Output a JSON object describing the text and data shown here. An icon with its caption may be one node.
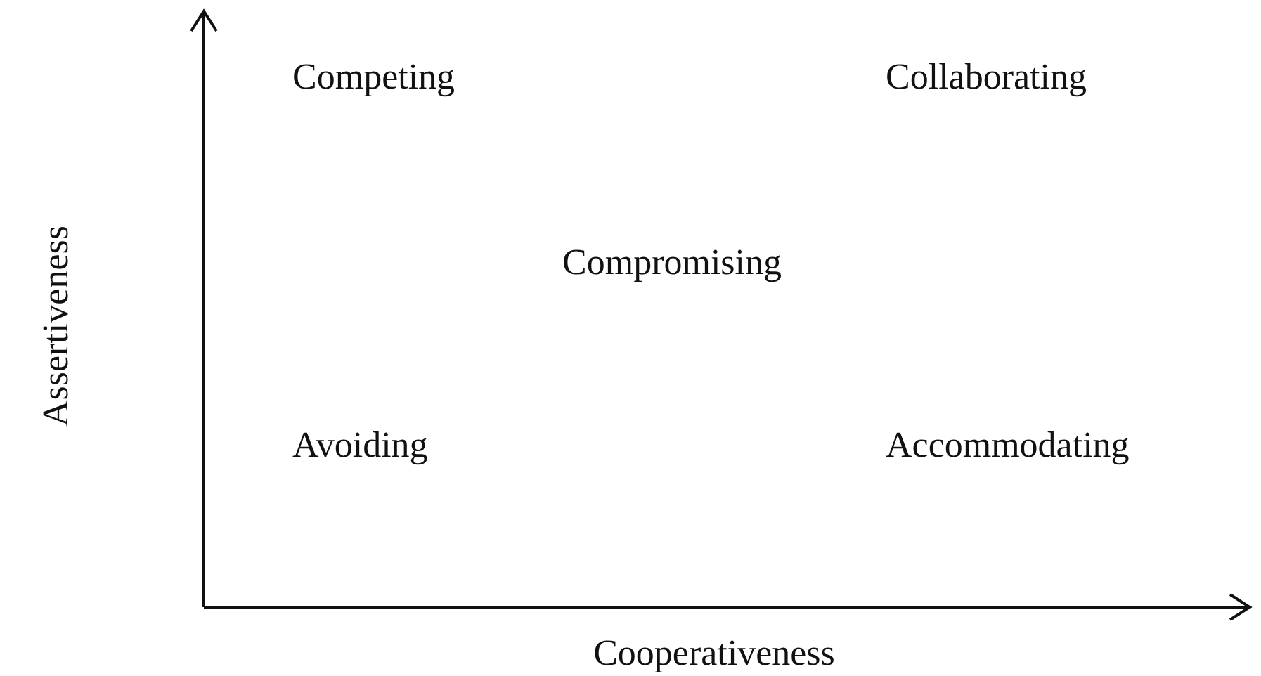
{
  "diagram": {
    "labels": [
      "Competing",
      "Collaborating",
      "Assertiveness",
      "Compromising",
      "Avoiding",
      "Accommodating",
      "Cooperativeness"
    ]
  }
}
